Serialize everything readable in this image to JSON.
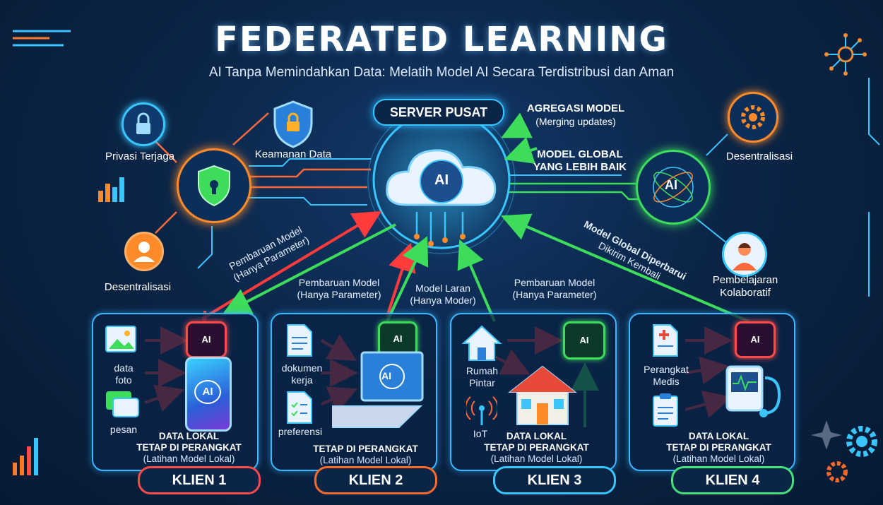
{
  "title": "FEDERATED LEARNING",
  "subtitle": "AI Tanpa Memindahkan Data: Melatih Model AI Secara Terdistribusi dan Aman",
  "server": {
    "label": "SERVER PUSAT",
    "ai_text": "AI",
    "aggregation_title": "AGREGASI MODEL",
    "aggregation_sub": "(Merging updates)",
    "global_model": "MODEL GLOBAL\nYANG LEBIH BAIK"
  },
  "left_features": {
    "privacy": "Privasi Terjaga",
    "security": "Keamanan Data",
    "decentral": "Desentralisasi"
  },
  "right_features": {
    "decentral": "Desentralisasi",
    "ai_text": "AI",
    "collab": "Pembelajaran\nKolaboratif"
  },
  "arrows": {
    "update_left_title": "Pembaruan Model",
    "update_left_sub": "(Hanya Parameter)",
    "update_mid_title": "Pembaruan Model",
    "update_mid_sub": "(Hanya Parameter)",
    "model_laran_title": "Model Laran",
    "model_laran_sub": "(Hanya Moder)",
    "update_right_title": "Pembaruan Model",
    "update_right_sub": "(Hanya Parameter)",
    "global_updated_title": "Model Global Diperbarui",
    "global_updated_sub": "Dikirim Kembali"
  },
  "clients": [
    {
      "name": "KLIEN 1",
      "items": [
        "data\nfoto",
        "pesan"
      ],
      "ai_text": "AI",
      "local_title": "DATA LOKAL\nTETAP DI PERANGKAT",
      "local_sub": "(Latihan Model Lokal)",
      "badge_color": "#ff4a4a"
    },
    {
      "name": "KLIEN 2",
      "items": [
        "dokumen\nkerja",
        "preferensi"
      ],
      "ai_text": "AI",
      "local_title": "TETAP DI PERANGKAT",
      "local_sub": "(Latihan Model Lokal)",
      "badge_color": "#ff6a2a"
    },
    {
      "name": "KLIEN 3",
      "items": [
        "Rumah\nPintar",
        "IoT"
      ],
      "ai_text": "AI",
      "local_title": "DATA LOKAL\nTETAP DI PERANGKAT",
      "local_sub": "(Latihan Model Lokal)",
      "badge_color": "#39c6ff"
    },
    {
      "name": "KLIEN 4",
      "items": [
        "Perangkat\nMedis"
      ],
      "ai_text": "AI",
      "local_title": "DATA LOKAL\nTETAP DI PERANGKAT",
      "local_sub": "(Latihan Model Lokal)",
      "badge_color": "#44e07a"
    }
  ],
  "colors": {
    "accent": "#39c6ff",
    "red_arrow": "#ff3b3b",
    "green_arrow": "#3ddc5a",
    "orange": "#ff8a2a"
  }
}
